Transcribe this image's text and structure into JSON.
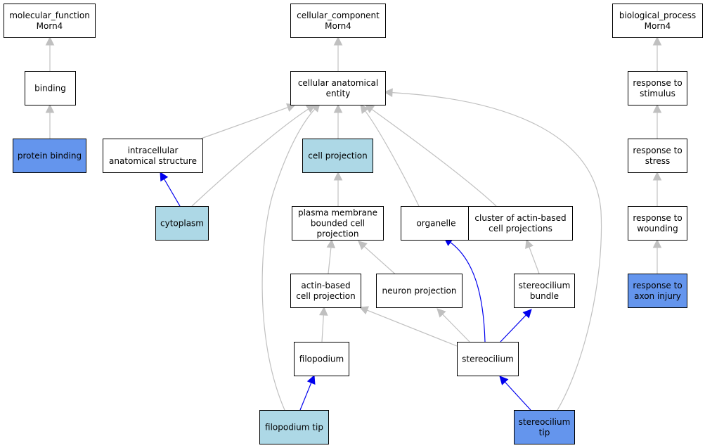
{
  "colors": {
    "background": "#ffffff",
    "plain": "#ffffff",
    "light": "#add8e6",
    "highlight": "#6495ed",
    "edge_gray": "#c0c0c0",
    "edge_blue": "#0000ee"
  },
  "nodes": [
    {
      "id": "mf",
      "lines": [
        "molecular_function",
        "Morn4"
      ],
      "fill": "plain"
    },
    {
      "id": "binding",
      "lines": [
        "binding"
      ],
      "fill": "plain"
    },
    {
      "id": "protein_binding",
      "lines": [
        "protein binding"
      ],
      "fill": "highlight"
    },
    {
      "id": "cc",
      "lines": [
        "cellular_component",
        "Morn4"
      ],
      "fill": "plain"
    },
    {
      "id": "cae",
      "lines": [
        "cellular anatomical",
        "entity"
      ],
      "fill": "plain"
    },
    {
      "id": "ias",
      "lines": [
        "intracellular",
        "anatomical structure"
      ],
      "fill": "plain"
    },
    {
      "id": "cytoplasm",
      "lines": [
        "cytoplasm"
      ],
      "fill": "light"
    },
    {
      "id": "cell_projection",
      "lines": [
        "cell projection"
      ],
      "fill": "light"
    },
    {
      "id": "pmbcp",
      "lines": [
        "plasma membrane",
        "bounded cell",
        "projection"
      ],
      "fill": "plain"
    },
    {
      "id": "organelle",
      "lines": [
        "organelle"
      ],
      "fill": "plain"
    },
    {
      "id": "cabcp",
      "lines": [
        "cluster of actin-based",
        "cell projections"
      ],
      "fill": "plain"
    },
    {
      "id": "acp",
      "lines": [
        "actin-based",
        "cell projection"
      ],
      "fill": "plain"
    },
    {
      "id": "neuron_projection",
      "lines": [
        "neuron projection"
      ],
      "fill": "plain"
    },
    {
      "id": "sbundle",
      "lines": [
        "stereocilium",
        "bundle"
      ],
      "fill": "plain"
    },
    {
      "id": "filopodium",
      "lines": [
        "filopodium"
      ],
      "fill": "plain"
    },
    {
      "id": "stereocilium",
      "lines": [
        "stereocilium"
      ],
      "fill": "plain"
    },
    {
      "id": "filopodium_tip",
      "lines": [
        "filopodium tip"
      ],
      "fill": "light"
    },
    {
      "id": "stereocilium_tip",
      "lines": [
        "stereocilium",
        "tip"
      ],
      "fill": "highlight"
    },
    {
      "id": "bp",
      "lines": [
        "biological_process",
        "Morn4"
      ],
      "fill": "plain"
    },
    {
      "id": "rts",
      "lines": [
        "response to",
        "stimulus"
      ],
      "fill": "plain"
    },
    {
      "id": "rtst",
      "lines": [
        "response to",
        "stress"
      ],
      "fill": "plain"
    },
    {
      "id": "rtw",
      "lines": [
        "response to",
        "wounding"
      ],
      "fill": "plain"
    },
    {
      "id": "rtai",
      "lines": [
        "response to",
        "axon injury"
      ],
      "fill": "highlight"
    }
  ],
  "edges": [
    {
      "from": "binding",
      "to": "mf",
      "color": "edge_gray"
    },
    {
      "from": "protein_binding",
      "to": "binding",
      "color": "edge_gray"
    },
    {
      "from": "cae",
      "to": "cc",
      "color": "edge_gray"
    },
    {
      "from": "ias",
      "to": "cae",
      "color": "edge_gray"
    },
    {
      "from": "cytoplasm",
      "to": "cae",
      "color": "edge_gray"
    },
    {
      "from": "cytoplasm",
      "to": "ias",
      "color": "edge_blue"
    },
    {
      "from": "cell_projection",
      "to": "cae",
      "color": "edge_gray"
    },
    {
      "from": "pmbcp",
      "to": "cell_projection",
      "color": "edge_gray"
    },
    {
      "from": "organelle",
      "to": "cae",
      "color": "edge_gray"
    },
    {
      "from": "cabcp",
      "to": "cae",
      "color": "edge_gray"
    },
    {
      "from": "acp",
      "to": "pmbcp",
      "color": "edge_gray"
    },
    {
      "from": "neuron_projection",
      "to": "pmbcp",
      "color": "edge_gray"
    },
    {
      "from": "sbundle",
      "to": "cabcp",
      "color": "edge_gray"
    },
    {
      "from": "filopodium",
      "to": "acp",
      "color": "edge_gray"
    },
    {
      "from": "stereocilium",
      "to": "acp",
      "color": "edge_gray"
    },
    {
      "from": "stereocilium",
      "to": "neuron_projection",
      "color": "edge_gray"
    },
    {
      "from": "stereocilium",
      "to": "organelle",
      "color": "edge_blue"
    },
    {
      "from": "stereocilium",
      "to": "sbundle",
      "color": "edge_blue"
    },
    {
      "from": "filopodium_tip",
      "to": "filopodium",
      "color": "edge_blue"
    },
    {
      "from": "filopodium_tip",
      "to": "cae",
      "color": "edge_gray"
    },
    {
      "from": "stereocilium_tip",
      "to": "stereocilium",
      "color": "edge_blue"
    },
    {
      "from": "stereocilium_tip",
      "to": "cae",
      "color": "edge_gray"
    },
    {
      "from": "rts",
      "to": "bp",
      "color": "edge_gray"
    },
    {
      "from": "rtst",
      "to": "rts",
      "color": "edge_gray"
    },
    {
      "from": "rtw",
      "to": "rtst",
      "color": "edge_gray"
    },
    {
      "from": "rtai",
      "to": "rtw",
      "color": "edge_gray"
    }
  ]
}
